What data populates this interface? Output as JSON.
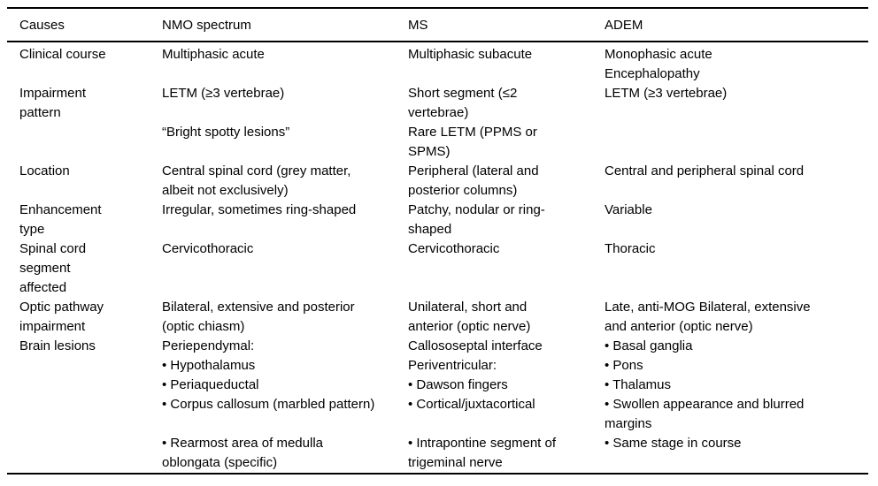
{
  "table": {
    "headers": [
      "Causes",
      "NMO spectrum",
      "MS",
      "ADEM"
    ],
    "rows": [
      [
        [
          "Clinical course"
        ],
        [
          "Multiphasic acute"
        ],
        [
          "Multiphasic subacute"
        ],
        [
          "Monophasic acute",
          "Encephalopathy"
        ]
      ],
      [
        [
          "Impairment pattern"
        ],
        [
          "LETM (≥3 vertebrae)"
        ],
        [
          "Short segment (≤2 vertebrae)"
        ],
        [
          "LETM (≥3 vertebrae)"
        ]
      ],
      [
        [],
        [
          "“Bright spotty lesions”"
        ],
        [
          "Rare LETM (PPMS or SPMS)"
        ],
        []
      ],
      [
        [
          "Location"
        ],
        [
          "Central spinal cord (grey matter, albeit not exclusively)"
        ],
        [
          "Peripheral (lateral and posterior columns)"
        ],
        [
          "Central and peripheral spinal cord"
        ]
      ],
      [
        [
          "Enhancement type"
        ],
        [
          "Irregular, sometimes ring-shaped"
        ],
        [
          "Patchy, nodular or ring-shaped"
        ],
        [
          "Variable"
        ]
      ],
      [
        [
          "Spinal cord segment affected"
        ],
        [
          "Cervicothoracic"
        ],
        [
          "Cervicothoracic"
        ],
        [
          "Thoracic"
        ]
      ],
      [
        [
          "Optic pathway impairment"
        ],
        [
          "Bilateral, extensive and posterior (optic chiasm)"
        ],
        [
          "Unilateral, short and anterior (optic nerve)"
        ],
        [
          "Late, anti-MOG Bilateral, extensive and anterior (optic nerve)"
        ]
      ],
      [
        [
          "Brain lesions"
        ],
        [
          "Periependymal:"
        ],
        [
          "Callososeptal interface"
        ],
        [
          "• Basal ganglia"
        ]
      ],
      [
        [],
        [
          "• Hypothalamus"
        ],
        [
          "Periventricular:"
        ],
        [
          "• Pons"
        ]
      ],
      [
        [],
        [
          "• Periaqueductal"
        ],
        [
          "• Dawson fingers"
        ],
        [
          "• Thalamus"
        ]
      ],
      [
        [],
        [
          "• Corpus callosum (marbled pattern)"
        ],
        [
          "• Cortical/juxtacortical"
        ],
        [
          "• Swollen appearance and blurred margins"
        ]
      ],
      [
        [],
        [
          "• Rearmost area of medulla oblongata (specific)"
        ],
        [
          "• Intrapontine segment of trigeminal nerve"
        ],
        [
          "• Same stage in course"
        ]
      ]
    ]
  },
  "colors": {
    "text": "#000000",
    "background": "#ffffff",
    "rule": "#000000"
  }
}
